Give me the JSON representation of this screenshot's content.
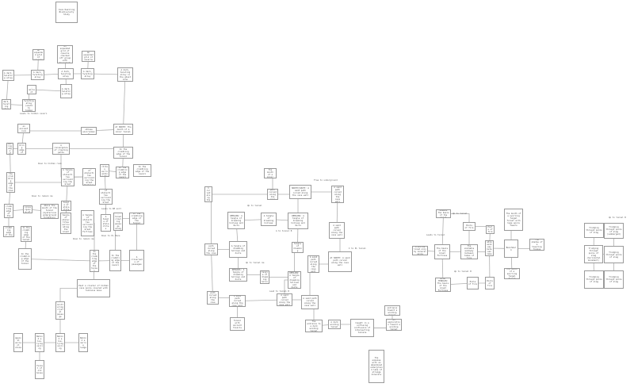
{
  "diagram": {
    "line_color": "#b0b0b0",
    "box_border_color": "#9a9a9a",
    "nodes": [
      {
        "id": "n1",
        "label": "Cave Dwelling Biodiversity Study"
      },
      {
        "id": "n2",
        "label": "An expanded grid of caverns"
      },
      {
        "id": "n3",
        "label": "An expanded grid of caverns checked off group with dependents"
      },
      {
        "id": "n4",
        "label": "An expanded grid of caverns"
      },
      {
        "id": "n5",
        "label": "A dark, twisting alley"
      },
      {
        "id": "n6",
        "label": "A dark, twisting alley"
      },
      {
        "id": "n7",
        "label": "A dark, twisting alley"
      },
      {
        "id": "n8",
        "label": "A dark, twisting alley"
      },
      {
        "id": "n9",
        "label": "A dark, twisting alley in the ghost zone"
      },
      {
        "id": "n10",
        "label": "A small, ancient tunnel"
      },
      {
        "id": "n11",
        "label": "A dark, twisting alley"
      },
      {
        "id": "n12",
        "label": "A dark, twisting alley"
      },
      {
        "id": "n13",
        "label": "A dark, twisting alley (south to hidden passage)"
      },
      {
        "id": "n14",
        "label": "At NORTH: The mouth of a minor tunnel"
      },
      {
        "id": "n15",
        "label": "Reached an obtuse environment"
      },
      {
        "id": "n16",
        "label": "Against an ancient rock pillar"
      },
      {
        "id": "n17",
        "label": "In the crumbling edge of the tunnel"
      },
      {
        "id": "n18",
        "label": "In the crumbling edge of the tunnel"
      },
      {
        "id": "n19",
        "label": "A convergence of crawling paths"
      },
      {
        "id": "n20",
        "label": "In the crumbling edge of the tunnel"
      },
      {
        "id": "n21",
        "label": "A tangle of stalactites surrounding the Great Fortress"
      },
      {
        "id": "n22",
        "label": "In the crumbling edge of the cavern"
      },
      {
        "id": "n23",
        "label": "In the crumbling edge of the cavern"
      },
      {
        "id": "n24",
        "label": "REMAINS: A tangle of stalactites surrounding the Great Fortress"
      },
      {
        "id": "n25",
        "label": "A tangle of stalactites surrounding the Great Fortress"
      },
      {
        "id": "n26",
        "label": "In the crumbling edge of the cavern"
      },
      {
        "id": "n27",
        "label": "A tangle of stalactites surrounding the Great Fortress"
      },
      {
        "id": "n28",
        "label": "A tangle of stalactites"
      },
      {
        "id": "n29",
        "label": "In the crumbling edge of the tunnel"
      },
      {
        "id": "n30",
        "label": "A convergence of cave"
      },
      {
        "id": "n31",
        "label": "Above the mouth of the tunnel (mysterious underground formation)"
      },
      {
        "id": "n32",
        "label": "REMAINS: A tangle of stalactites surrounding the Great Fortress"
      },
      {
        "id": "n33",
        "label": "A tangle of stalactites surrounding the Great Fortress"
      },
      {
        "id": "n34",
        "label": "A tangle of stalactites"
      },
      {
        "id": "n35",
        "label": "An ochre-toned crawling passage along the wall"
      },
      {
        "id": "n36",
        "label": "In the crumbling edge of the tunnel"
      },
      {
        "id": "n37",
        "label": "In the crumbling edge of the tunnel"
      },
      {
        "id": "n38",
        "label": "In the crumbling edge of the tunnel"
      },
      {
        "id": "n39",
        "label": "In the crumbling edge of the tunnel"
      },
      {
        "id": "n40",
        "label": "In the crumbling edge of the tunnel"
      },
      {
        "id": "n41",
        "label": "In the crumbling edge of the cavern"
      },
      {
        "id": "n42",
        "label": "A crossroads of passages"
      },
      {
        "id": "n43",
        "label": "Past a cluster of hidden cave pools covered with luminous moss"
      },
      {
        "id": "n44",
        "label": "Glittering crystal passage"
      },
      {
        "id": "n45",
        "label": "Against ancient stone"
      },
      {
        "id": "n46",
        "label": "Behind a low-lying ceiling"
      },
      {
        "id": "n47",
        "label": "Behind a low-lying ceiling"
      },
      {
        "id": "n48",
        "label": "Behind a narrow ledge"
      },
      {
        "id": "n49",
        "label": "Tunnel of old bones"
      },
      {
        "id": "n50",
        "label": "Gypsum: The mouth of a minor tunnel"
      },
      {
        "id": "n51",
        "label": "A sand path curved along the cave wall"
      },
      {
        "id": "n52",
        "label": "A sand path curved along the cave wall"
      },
      {
        "id": "n53",
        "label": "NORTH/SOUTH: A sand path curved along the cave wall"
      },
      {
        "id": "n54",
        "label": "A sand path curved along the cave wall"
      },
      {
        "id": "n55",
        "label": "REMAINS: A tangle of dreaming hollows and ducts"
      },
      {
        "id": "n56",
        "label": "A tangle of dreaming hollows"
      },
      {
        "id": "n57",
        "label": "REMAINS: A tangle of dreaming hollows and ducts"
      },
      {
        "id": "n58",
        "label": "A sand path curved along the cave wall"
      },
      {
        "id": "n59",
        "label": "A sand path curved along the cave wall"
      },
      {
        "id": "n60",
        "label": "A tangle of dreaming hollows and ducts"
      },
      {
        "id": "n61",
        "label": "A tangle of dreaming hollows"
      },
      {
        "id": "n62",
        "label": "At NORTH: A sand path curved along the cave wall"
      },
      {
        "id": "n63",
        "label": "A sand path curved along the cave wall"
      },
      {
        "id": "n64",
        "label": "REMAINS: A tangle of dreaming hollows and ducts"
      },
      {
        "id": "n65",
        "label": "A tangle of dreaming hollows"
      },
      {
        "id": "n66",
        "label": "REMAINS: A tangle of dreaming hollows and ducts"
      },
      {
        "id": "n67",
        "label": "A sand path curved along the cave wall"
      },
      {
        "id": "n68",
        "label": "A sand path curved along the cave wall"
      },
      {
        "id": "n69",
        "label": "A sand path curved along the cave wall"
      },
      {
        "id": "n70",
        "label": "A sand path curved along the cave wall"
      },
      {
        "id": "n71",
        "label": "Tunnel with ancient fossils"
      },
      {
        "id": "n72",
        "label": "The entrance to a dark winding tunnel"
      },
      {
        "id": "n73",
        "label": "A dark winding tunnel"
      },
      {
        "id": "n74",
        "label": "Caught in a confusing confluence of intersecting tunnels"
      },
      {
        "id": "n75",
        "label": "An entrance toward a winding tunnel"
      },
      {
        "id": "n76",
        "label": "An exploration toward a winding tunnel"
      },
      {
        "id": "n77",
        "label": "The expanse with an abandoned underground lake of strange minerals"
      },
      {
        "id": "n78",
        "label": "Under TERRAIN: The basis of the Great Fortress"
      },
      {
        "id": "n79",
        "label": "Pools of fire"
      },
      {
        "id": "n80",
        "label": "Pools of fire"
      },
      {
        "id": "n81",
        "label": "Crevices lined only by mineral veins"
      },
      {
        "id": "n82",
        "label": "The basis of the Great Fortress"
      },
      {
        "id": "n83",
        "label": "The unstable walkway between lakes of fire"
      },
      {
        "id": "n84",
        "label": "An unstable walkway between lakes of fire"
      },
      {
        "id": "n85",
        "label": "The mouth of a swirling fungal forest with huge spore towers"
      },
      {
        "id": "n86",
        "label": "Benchmark"
      },
      {
        "id": "n87",
        "label": "The shadow of a towering fungus"
      },
      {
        "id": "n88",
        "label": "The mouth of a swirling fungal forest"
      },
      {
        "id": "n89",
        "label": "Under TERRAIN: The basis of the Great Fortress"
      },
      {
        "id": "n90",
        "label": "Pools of fire"
      },
      {
        "id": "n91",
        "label": "Pools of fire"
      },
      {
        "id": "n92",
        "label": "Trudging through pools of slag"
      },
      {
        "id": "n93",
        "label": "Trudging through pools of slag (submerged)"
      },
      {
        "id": "n94",
        "label": "Trudging through pools of slag (horizontal movement)"
      },
      {
        "id": "n95",
        "label": "Trudging through pools of slag"
      },
      {
        "id": "n96",
        "label": "Trudging through pools of slag"
      },
      {
        "id": "n97",
        "label": "Trudging through pools of slag"
      }
    ],
    "notes": [
      {
        "id": "t1",
        "label": "Leads to hidden cavern"
      },
      {
        "id": "t2",
        "label": "Down to hidden room"
      },
      {
        "id": "t3",
        "label": "Down to remain me"
      },
      {
        "id": "t4",
        "label": "Down to remain me"
      },
      {
        "id": "t5",
        "label": "Leads to NE exit"
      },
      {
        "id": "t6",
        "label": "Down to PL Maze"
      },
      {
        "id": "t7",
        "label": "Free to underground"
      },
      {
        "id": "t8",
        "label": "Up to tunnel"
      },
      {
        "id": "t9",
        "label": "A to tunnel B"
      },
      {
        "id": "t10",
        "label": "I to PL tunnel"
      },
      {
        "id": "t11",
        "label": "Up to tunnel me"
      },
      {
        "id": "t12",
        "label": "Lead to tunnel B"
      },
      {
        "id": "t13",
        "label": "Up to tunnel"
      },
      {
        "id": "t14",
        "label": "Leads to tunnel"
      },
      {
        "id": "t15",
        "label": "Up to tunnel B"
      },
      {
        "id": "t16",
        "label": "Up to tunnel B"
      }
    ],
    "edges": [
      [
        "n2",
        "n6"
      ],
      [
        "n3",
        "n7"
      ],
      [
        "n4",
        "n8"
      ],
      [
        "n6",
        "n5"
      ],
      [
        "n6",
        "n7"
      ],
      [
        "n7",
        "n8"
      ],
      [
        "n8",
        "n9"
      ],
      [
        "n7",
        "n11"
      ],
      [
        "n11",
        "n10"
      ],
      [
        "n10",
        "n13"
      ],
      [
        "n12",
        "n13"
      ],
      [
        "n5",
        "n12"
      ],
      [
        "n9",
        "n14"
      ],
      [
        "n14",
        "n15"
      ],
      [
        "n15",
        "n16"
      ],
      [
        "n16",
        "n17"
      ],
      [
        "n17",
        "n18"
      ],
      [
        "n17",
        "n19"
      ],
      [
        "n19",
        "n20"
      ],
      [
        "n14",
        "n20"
      ],
      [
        "n20",
        "n22"
      ],
      [
        "n22",
        "n21"
      ],
      [
        "n21",
        "n27"
      ],
      [
        "n18",
        "n26"
      ],
      [
        "n26",
        "n24"
      ],
      [
        "n24",
        "n25"
      ],
      [
        "n25",
        "n19"
      ],
      [
        "n24",
        "n28"
      ],
      [
        "n28",
        "n32"
      ],
      [
        "n27",
        "n34"
      ],
      [
        "n26",
        "n29"
      ],
      [
        "n29",
        "n30"
      ],
      [
        "n30",
        "n31"
      ],
      [
        "n29",
        "n37"
      ],
      [
        "n38",
        "n39"
      ],
      [
        "n39",
        "n40"
      ],
      [
        "n40",
        "n41"
      ],
      [
        "n41",
        "n42"
      ],
      [
        "n42",
        "n36"
      ],
      [
        "n36",
        "n35"
      ],
      [
        "n35",
        "n41"
      ],
      [
        "n33",
        "n40"
      ],
      [
        "n40",
        "n43"
      ],
      [
        "n43",
        "n44"
      ],
      [
        "n44",
        "n47"
      ],
      [
        "n45",
        "n46"
      ],
      [
        "n46",
        "n47"
      ],
      [
        "n47",
        "n48"
      ],
      [
        "n46",
        "n49"
      ],
      [
        "n50",
        "n52"
      ],
      [
        "n52",
        "n51"
      ],
      [
        "n52",
        "n53"
      ],
      [
        "n53",
        "n54"
      ],
      [
        "n53",
        "n57"
      ],
      [
        "n55",
        "n56"
      ],
      [
        "n56",
        "n57"
      ],
      [
        "n51",
        "n59"
      ],
      [
        "n55",
        "n60"
      ],
      [
        "n54",
        "n58"
      ],
      [
        "n58",
        "n62"
      ],
      [
        "n63",
        "n62"
      ],
      [
        "n60",
        "n59"
      ],
      [
        "n60",
        "n64"
      ],
      [
        "n64",
        "n65"
      ],
      [
        "n65",
        "n66"
      ],
      [
        "n61",
        "n66"
      ],
      [
        "n57",
        "n61"
      ],
      [
        "n59",
        "n67"
      ],
      [
        "n67",
        "n68"
      ],
      [
        "n68",
        "n69"
      ],
      [
        "n69",
        "n70"
      ],
      [
        "n66",
        "n69"
      ],
      [
        "n68",
        "n71"
      ],
      [
        "n70",
        "n72"
      ],
      [
        "n63",
        "n70"
      ],
      [
        "n72",
        "n73"
      ],
      [
        "n73",
        "n74"
      ],
      [
        "n74",
        "n75"
      ],
      [
        "n74",
        "n76"
      ],
      [
        "n78",
        "n79"
      ],
      [
        "n79",
        "n80"
      ],
      [
        "n78",
        "n82"
      ],
      [
        "n81",
        "n82"
      ],
      [
        "n82",
        "n83"
      ],
      [
        "n79",
        "n83"
      ],
      [
        "n83",
        "n84"
      ],
      [
        "n84",
        "n80"
      ],
      [
        "n84",
        "n86"
      ],
      [
        "n85",
        "n86"
      ],
      [
        "n86",
        "n87"
      ],
      [
        "n86",
        "n88"
      ],
      [
        "n82",
        "n89"
      ],
      [
        "n89",
        "n90"
      ],
      [
        "n90",
        "n91"
      ],
      [
        "n84",
        "n91"
      ],
      [
        "n92",
        "n93"
      ],
      [
        "n92",
        "n94"
      ],
      [
        "n93",
        "n95"
      ],
      [
        "n94",
        "n96"
      ],
      [
        "n95",
        "n97"
      ],
      [
        "n94",
        "n95"
      ]
    ]
  }
}
